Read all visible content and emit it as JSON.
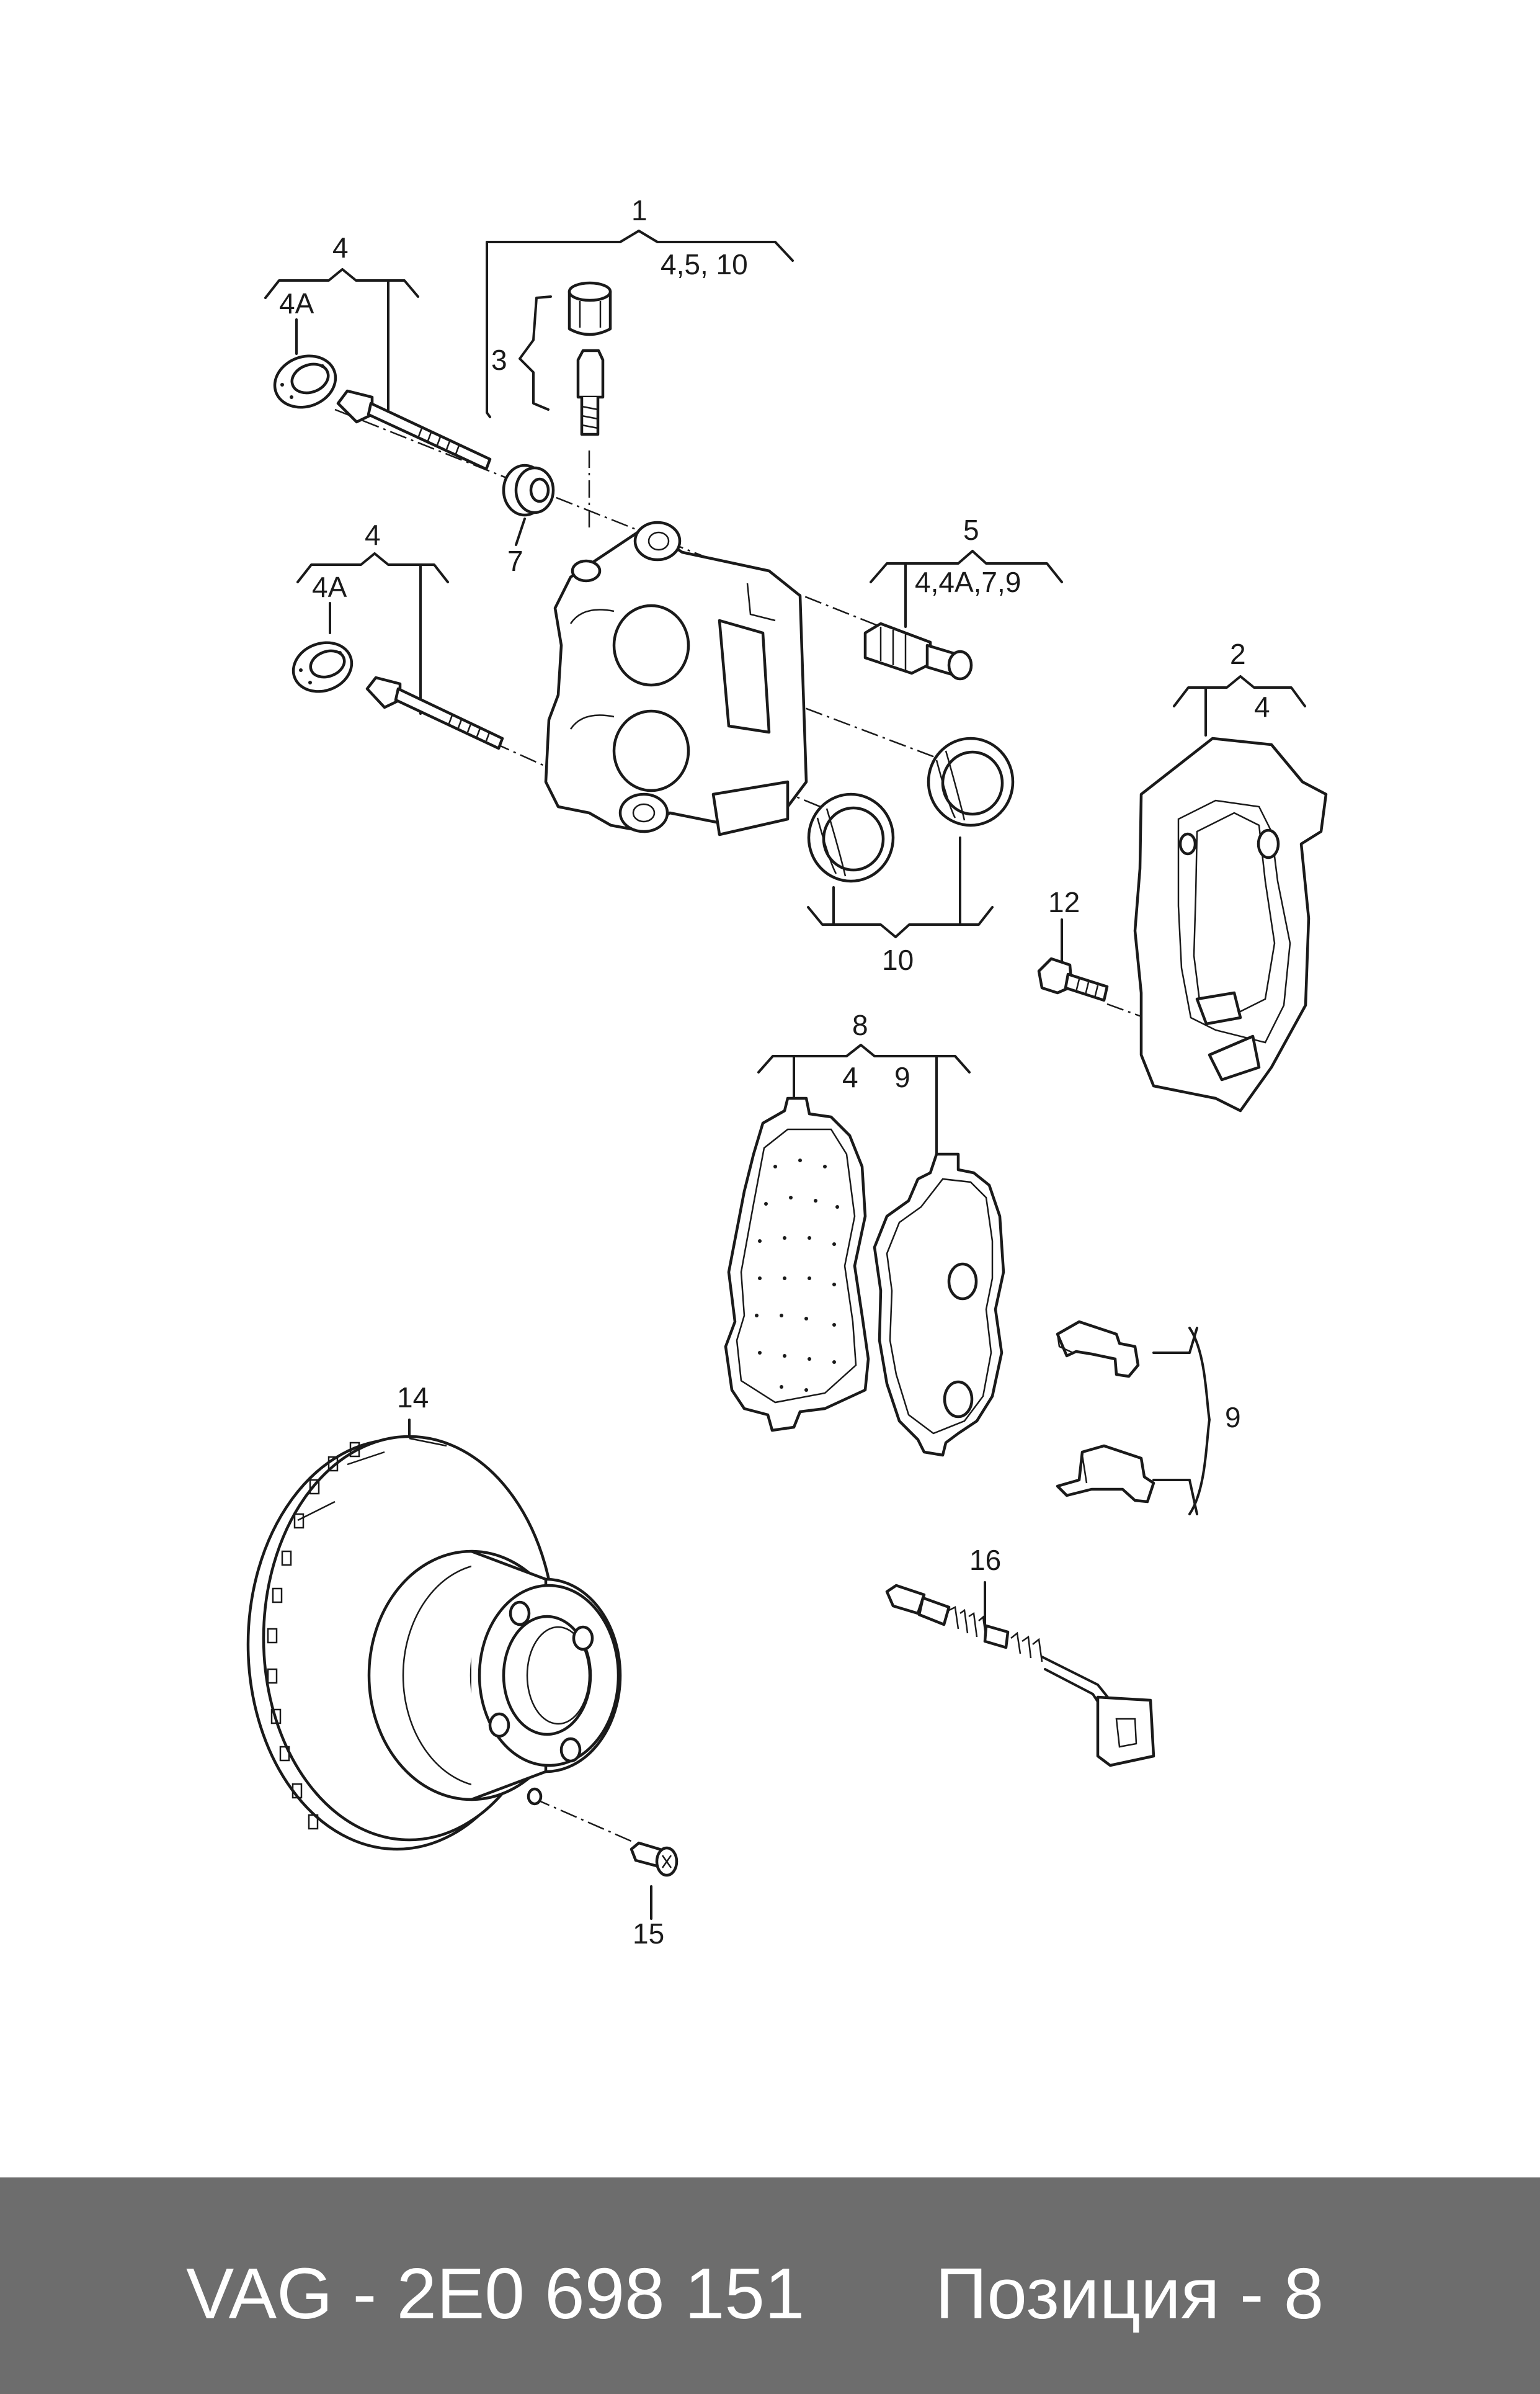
{
  "diagram": {
    "callouts": {
      "c1": "1",
      "c1_sub": "4,5, 10",
      "c2": "2",
      "c2_sub": "4",
      "c3": "3",
      "c4_top": "4",
      "c4a_top": "4A",
      "c4_mid": "4",
      "c4a_mid": "4A",
      "c5": "5",
      "c5_sub": "4,4A,7,9",
      "c7": "7",
      "c8": "8",
      "c8_sub1": "4",
      "c8_sub2": "9",
      "c9": "9",
      "c10": "10",
      "c12": "12",
      "c14": "14",
      "c15": "15",
      "c16": "16"
    }
  },
  "footer": {
    "part_number": "VAG - 2E0 698 151",
    "position": "Позиция - 8",
    "background": "#6d6d6d",
    "text_color": "#ffffff"
  }
}
